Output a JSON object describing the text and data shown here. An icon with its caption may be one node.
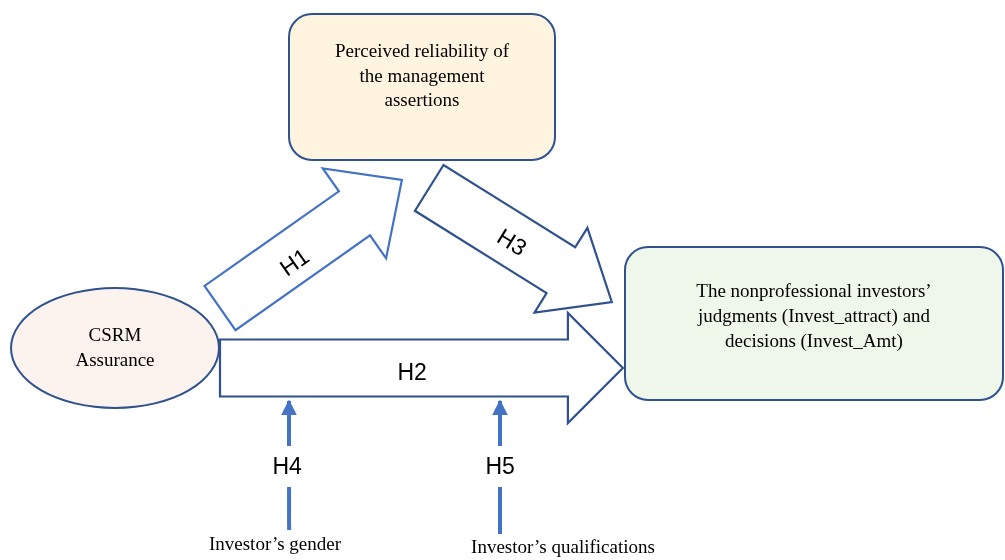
{
  "diagram": {
    "nodes": [
      {
        "text": [
          "Perceived reliability of the management assertions"
        ]
      },
      {
        "text": [
          "CSRM Assurance"
        ]
      },
      {
        "text": [
          "The nonprofessional investors’ judgments (Invest_attract) and decisions (Invest_Amt)"
        ]
      },
      {
        "text": [
          "Investor’s gender"
        ]
      },
      {
        "text": [
          "Investor’s qualifications"
        ]
      }
    ],
    "edges": [
      {
        "from": 1,
        "to": 0,
        "arrow": "to",
        "label": "H1"
      },
      {
        "from": 0,
        "to": 2,
        "arrow": "to",
        "label": "H3",
        "color": "#2f528f"
      },
      {
        "from": 1,
        "to": 2,
        "arrow": "to",
        "label": "H2",
        "color": "#2f528f"
      },
      {
        "from": 3,
        "to": null,
        "arrow": "to",
        "label": "H4"
      },
      {
        "from": 4,
        "to": null,
        "arrow": "to",
        "label": "H5"
      }
    ]
  }
}
